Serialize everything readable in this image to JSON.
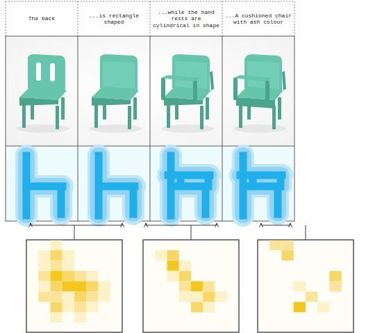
{
  "diagram": {
    "nodes": [
      {
        "text": [
          "The back"
        ]
      },
      {
        "text": [
          "...is rectangle shaped"
        ]
      },
      {
        "text": [
          "...while the hand rests are cylindrical in shape"
        ]
      },
      {
        "text": [
          "...A cushioned chair with ash colour"
        ]
      }
    ]
  }
}
